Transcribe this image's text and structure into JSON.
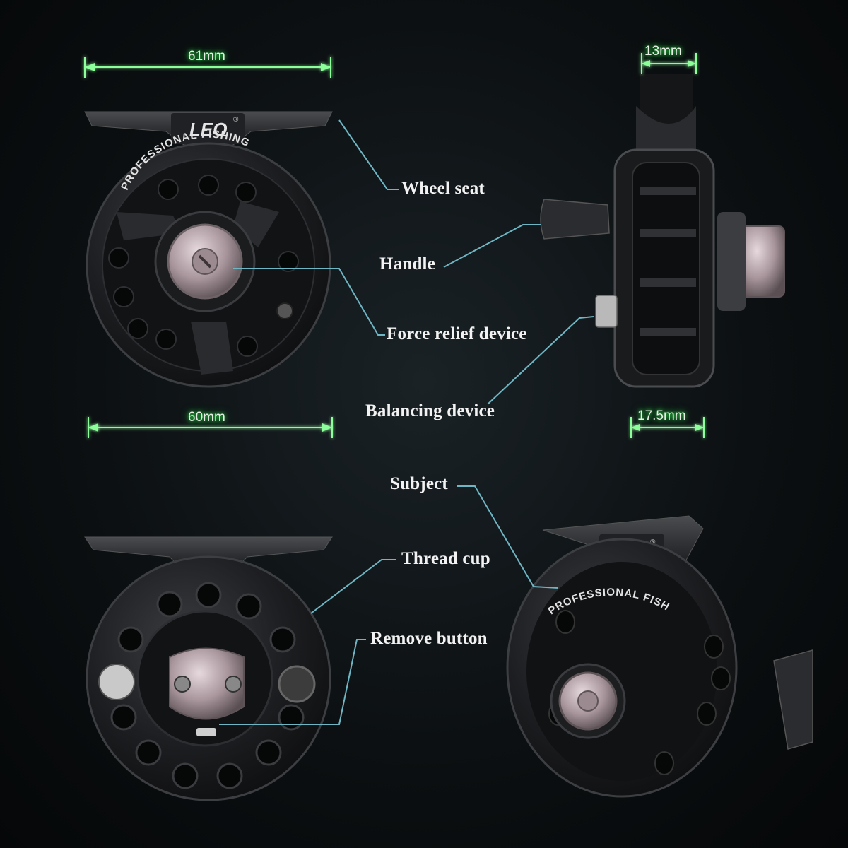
{
  "dimensions": {
    "front_width_top": "61mm",
    "front_width_bottom": "60mm",
    "side_top": "13mm",
    "side_bottom": "17.5mm"
  },
  "callouts": {
    "wheel_seat": "Wheel seat",
    "handle": "Handle",
    "force_relief": "Force relief device",
    "balancing": "Balancing device",
    "subject": "Subject",
    "thread_cup": "Thread cup",
    "remove_button": "Remove button"
  },
  "branding": {
    "logo": "LEO",
    "tagline": "PROFESSIONAL FISHING"
  },
  "colors": {
    "background": "#0c1012",
    "dimension_glow": "#2bff4a",
    "leader_line": "#6fb6c4",
    "reel_body": "#1c1d1f",
    "spool_metal": "#b9a6ad"
  }
}
